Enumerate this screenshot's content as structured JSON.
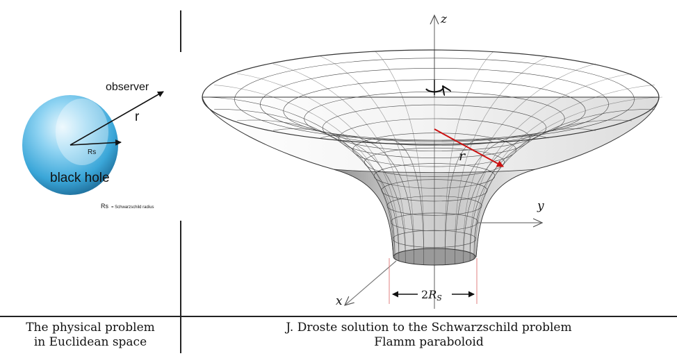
{
  "left_panel": {
    "observer_label": "observer",
    "r_label": "r",
    "rs_label": "Rs",
    "object_label": "black hole",
    "footnote_symbol": "Rs",
    "footnote_text": "= Schwarzschild radius",
    "caption_line1": "The physical problem",
    "caption_line2": "in Euclidean space"
  },
  "right_panel": {
    "axis_z": "z",
    "axis_y": "y",
    "axis_x": "x",
    "r_label": "r",
    "width_label": "2",
    "width_label_italic": "R",
    "width_label_sub": "S",
    "caption_line1": "J. Droste solution to the Schwarzschild problem",
    "caption_line2": "Flamm paraboloid"
  },
  "colors": {
    "sphere_light": "#d8f0fb",
    "sphere_mid": "#4fb8e6",
    "sphere_dark": "#1f6f9c",
    "radius_arrow": "#cc1111",
    "guide_lines": "#e08080",
    "mesh": "#333333"
  }
}
